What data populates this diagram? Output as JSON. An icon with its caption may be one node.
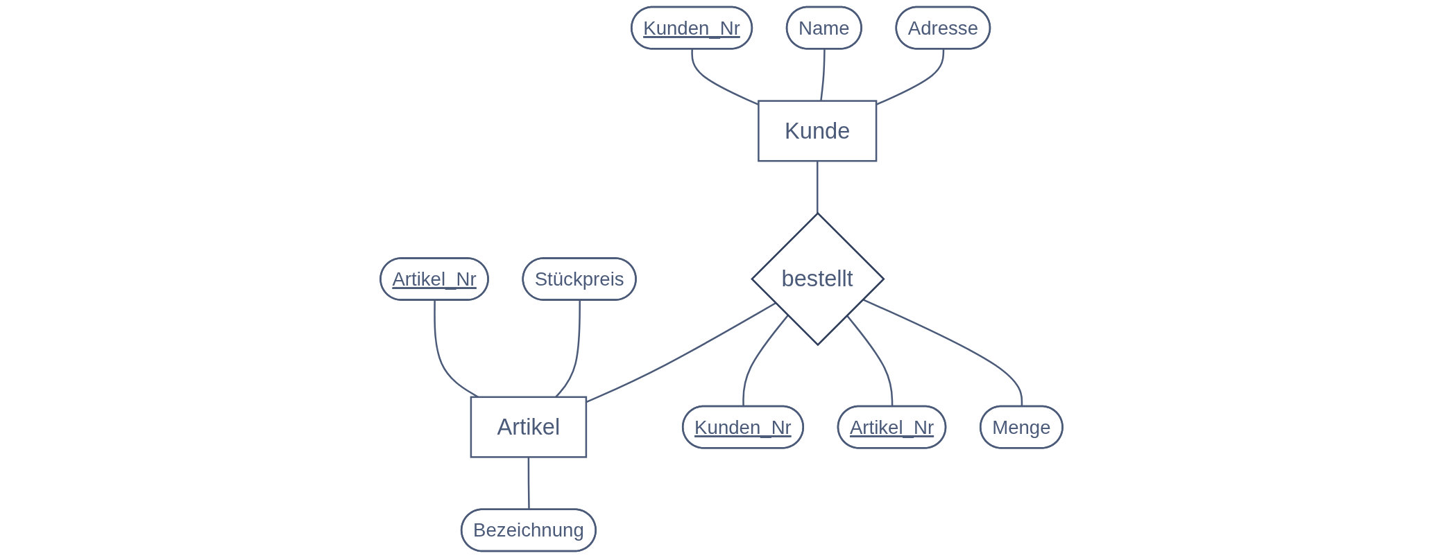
{
  "diagram": {
    "nodes": [
      {
        "text": [
          "Name"
        ]
      },
      {
        "text": [
          "Artikel_Nr"
        ]
      },
      {
        "text": [
          "Adresse"
        ]
      },
      {
        "text": [
          "Stückpreis"
        ]
      },
      {
        "text": [
          "Kunden_Nr"
        ]
      },
      {
        "text": [
          "Kunde"
        ]
      },
      {
        "text": [
          "bestellt"
        ]
      },
      {
        "text": [
          "Artikel"
        ]
      },
      {
        "text": [
          "Kunden_Nr"
        ]
      },
      {
        "text": [
          "Menge"
        ]
      },
      {
        "text": [
          "Bezeichnung"
        ]
      },
      {
        "text": [
          "Artikel_Nr"
        ]
      }
    ],
    "edges": [
      {
        "from": 4,
        "to": 5,
        "arrow": "none"
      },
      {
        "from": 0,
        "to": 5,
        "arrow": "none"
      },
      {
        "from": 2,
        "to": 5,
        "arrow": "none"
      },
      {
        "from": 5,
        "to": 6,
        "arrow": "none"
      },
      {
        "from": 6,
        "to": 7,
        "arrow": "none"
      },
      {
        "from": 1,
        "to": 7,
        "arrow": "none"
      },
      {
        "from": 3,
        "to": 7,
        "arrow": "none"
      },
      {
        "from": 7,
        "to": 10,
        "arrow": "none"
      },
      {
        "from": 6,
        "to": 8,
        "arrow": "none"
      },
      {
        "from": 6,
        "to": 11,
        "arrow": "none"
      },
      {
        "from": 6,
        "to": 9,
        "arrow": "none"
      }
    ]
  }
}
